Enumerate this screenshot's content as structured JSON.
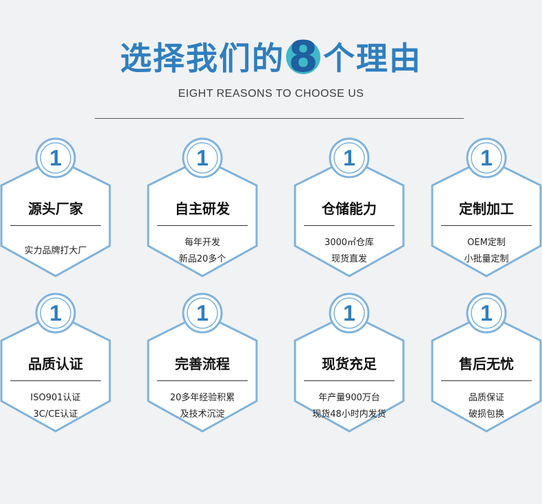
{
  "header": {
    "title_before": "选择我们的",
    "title_number": "8",
    "title_after": "个理由",
    "subtitle": "EIGHT REASONS TO CHOOSE US"
  },
  "colors": {
    "accent": "#2f7fbf",
    "teal": "#3fb8c9",
    "hex_border": "#7fb3dc"
  },
  "cards": [
    {
      "badge": "1",
      "title": "源头厂家",
      "line1": "实力品牌打大厂",
      "line2": ""
    },
    {
      "badge": "1",
      "title": "自主研发",
      "line1": "每年开发",
      "line2": "新品20多个"
    },
    {
      "badge": "1",
      "title": "仓储能力",
      "line1": "3000㎡仓库",
      "line2": "现货直发"
    },
    {
      "badge": "1",
      "title": "定制加工",
      "line1": "OEM定制",
      "line2": "小批量定制"
    },
    {
      "badge": "1",
      "title": "品质认证",
      "line1": "ISO901认证",
      "line2": "3C/CE认证"
    },
    {
      "badge": "1",
      "title": "完善流程",
      "line1": "20多年经验积累",
      "line2": "及技术沉淀"
    },
    {
      "badge": "1",
      "title": "现货充足",
      "line1": "年产量900万台",
      "line2": "现货48小时内发货"
    },
    {
      "badge": "1",
      "title": "售后无忧",
      "line1": "品质保证",
      "line2": "破损包换"
    }
  ]
}
